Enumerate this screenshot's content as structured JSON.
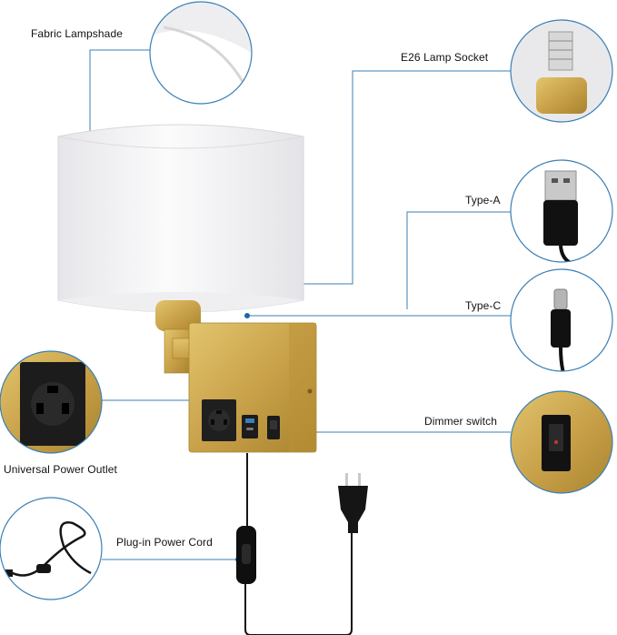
{
  "labels": {
    "fabric_lampshade": "Fabric Lampshade",
    "e26_socket": "E26 Lamp Socket",
    "type_a": "Type-A",
    "type_c": "Type-C",
    "dimmer_switch": "Dimmer switch",
    "universal_outlet": "Universal Power Outlet",
    "power_cord": "Plug-in Power Cord"
  },
  "colors": {
    "callout_line": "#3a7fb5",
    "brass": "#c9a24a",
    "shade": "#f3f3f5"
  }
}
